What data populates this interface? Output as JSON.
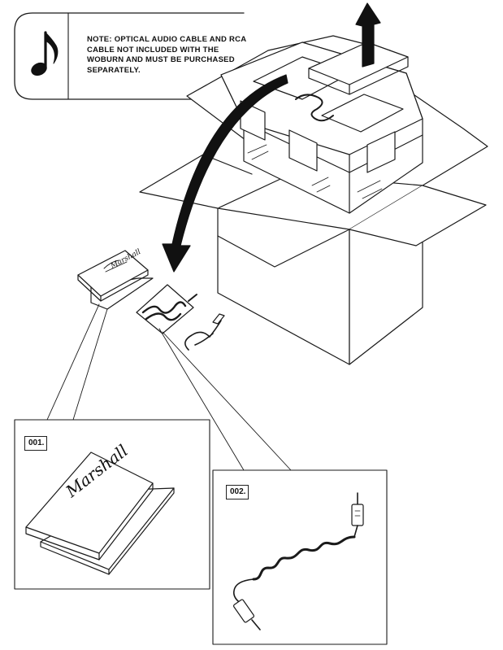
{
  "note": {
    "text": "NOTE: OPTICAL AUDIO CABLE AND RCA CABLE NOT INCLUDED WITH THE WOBURN AND MUST BE PURCHASED SEPARATELY.",
    "icon": "music-note-icon"
  },
  "parts": [
    {
      "id": "001.",
      "name": "Manual booklet"
    },
    {
      "id": "002.",
      "name": "Coiled audio cable"
    }
  ],
  "brand_logo": "Marshall",
  "colors": {
    "line": "#1a1a1a",
    "fill": "#ffffff",
    "shade": "#e6e6e6"
  }
}
